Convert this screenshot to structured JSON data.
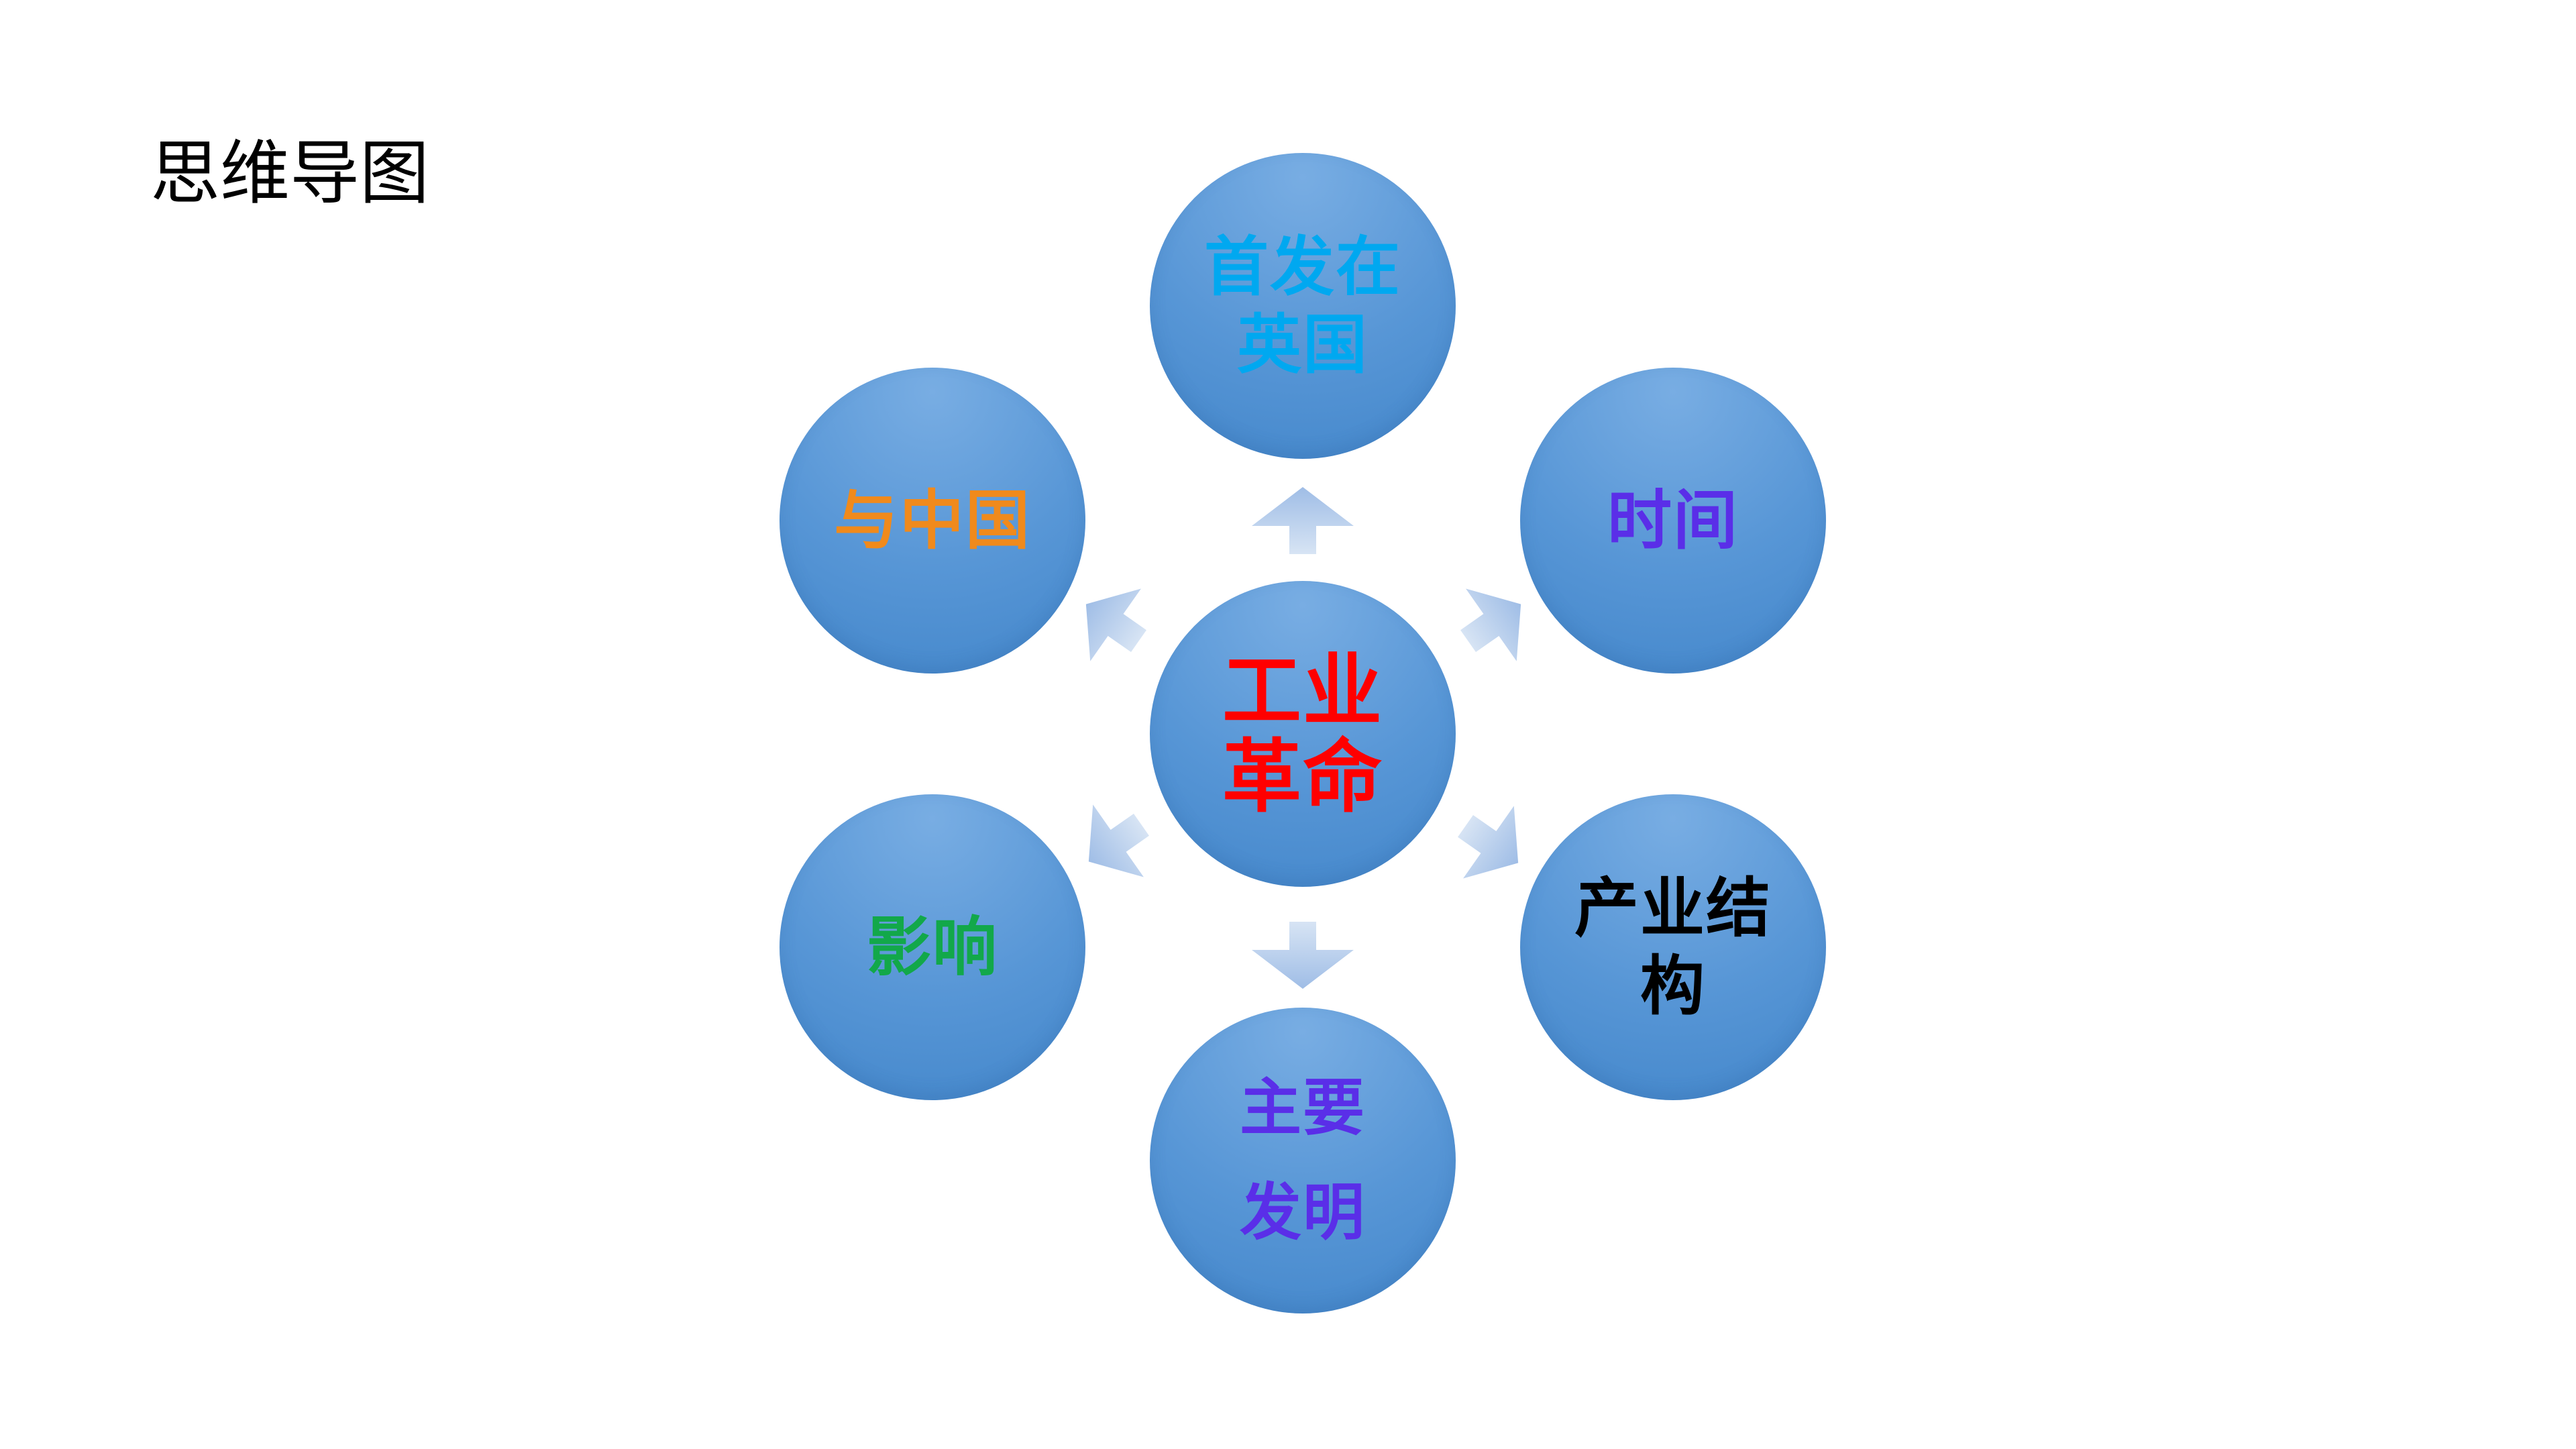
{
  "slide": {
    "title": "思维导图"
  },
  "diagram": {
    "center": {
      "lines": [
        "工业",
        "革命"
      ],
      "color": "#ff0000"
    },
    "branches": {
      "top": {
        "lines": [
          "首发在",
          "英国"
        ],
        "color": "#00a8f0"
      },
      "upper_right": {
        "lines": [
          "时间"
        ],
        "color": "#5a2ee8"
      },
      "lower_right": {
        "lines": [
          "产业结",
          "构"
        ],
        "color": "#000000"
      },
      "bottom": {
        "lines": [
          "主要",
          "发明"
        ],
        "color": "#5a2ee8"
      },
      "lower_left": {
        "lines": [
          "影响"
        ],
        "color": "#12a84a"
      },
      "upper_left": {
        "lines": [
          "与中国"
        ],
        "color": "#f08a1c"
      }
    },
    "arrow_color": "#bcd0ea"
  }
}
